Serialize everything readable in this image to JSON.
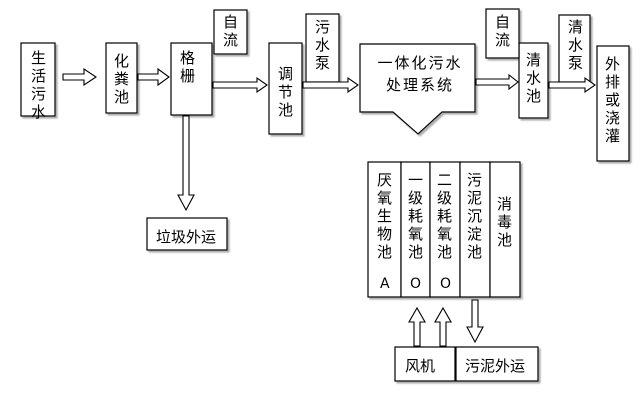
{
  "nodes": {
    "domestic_sewage": "生活污水",
    "septic_tank": "化粪池",
    "grille": "格栅",
    "regulating_tank": "调节池",
    "integrated_system": "一体化污水处理系统",
    "clear_water_tank": "清水池",
    "discharge_irrigation": "外排或浇灌",
    "garbage_out": "垃圾外运",
    "anaerobic_tank": "厌氧生物池",
    "anaerobic_tag": "A",
    "primary_aerobic": "一级耗氧池",
    "primary_tag": "O",
    "secondary_aerobic": "二级耗氧池",
    "secondary_tag": "O",
    "sedimentation": "污泥沉淀池",
    "disinfection": "消毒池",
    "blower": "风机",
    "sludge_out": "污泥外运"
  },
  "flow_labels": {
    "gravity_1": "自流",
    "sewage_pump": "污水泵",
    "gravity_2": "自流",
    "clear_pump": "清水泵"
  }
}
